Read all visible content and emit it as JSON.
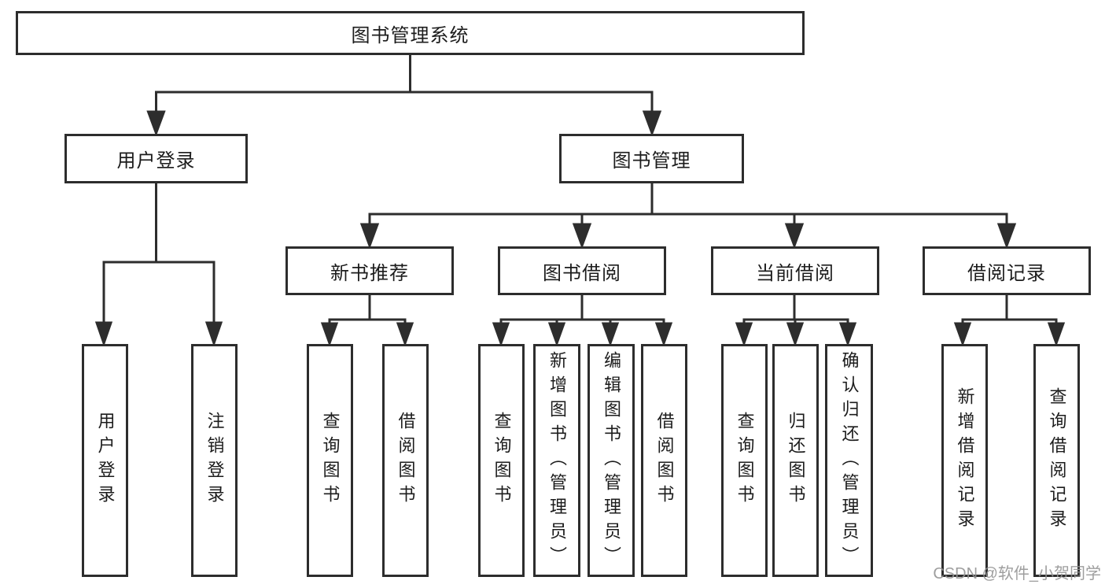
{
  "diagram": {
    "root": "图书管理系统",
    "level2": [
      "用户登录",
      "图书管理"
    ],
    "level3": [
      "新书推荐",
      "图书借阅",
      "当前借阅",
      "借阅记录"
    ],
    "leaves": [
      "用户登录",
      "注销登录",
      "查询图书",
      "借阅图书",
      "查询图书",
      "新增图书（管理员）",
      "编辑图书（管理员）",
      "借阅图书",
      "查询图书",
      "归还图书",
      "确认归还（管理员）",
      "新增借阅记录",
      "查询借阅记录"
    ],
    "watermark": "CSDN @软件_小贺同学",
    "colors": {
      "line": "#2d2d2d",
      "text": "#1c1c1c",
      "background": "#ffffff",
      "watermark": "#949494"
    }
  }
}
